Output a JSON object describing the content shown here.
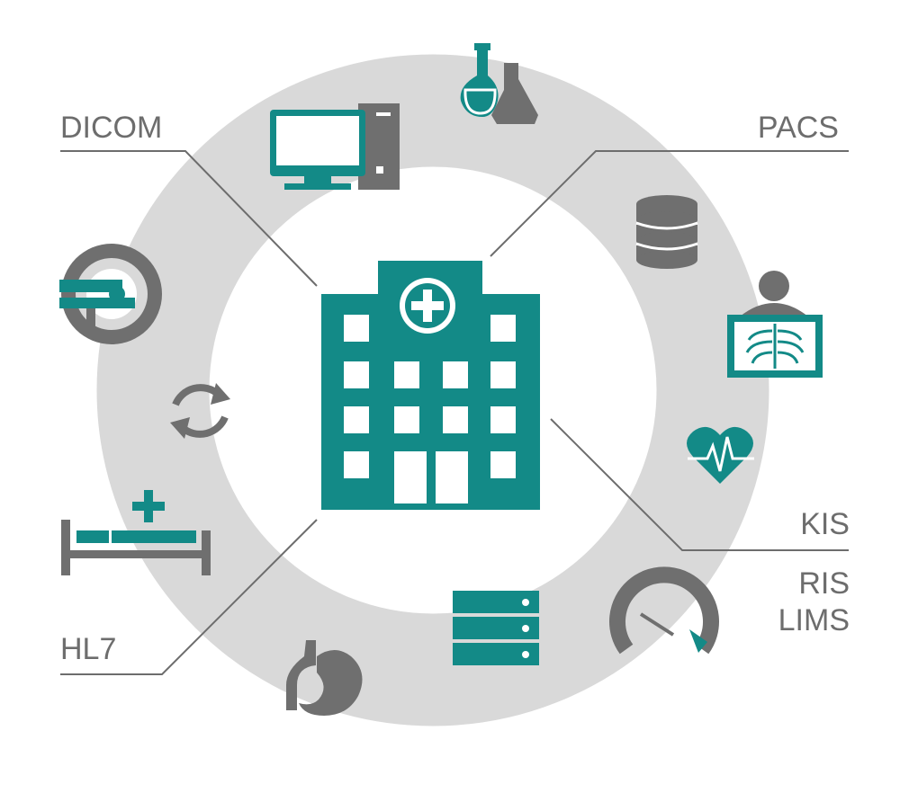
{
  "labels": {
    "dicom": "DICOM",
    "pacs": "PACS",
    "kis": "KIS",
    "ris": "RIS",
    "lims": "LIMS",
    "hl7": "HL7"
  },
  "colors": {
    "teal": "#138a87",
    "gray": "#6f6f6f",
    "ring": "#d9d9d9",
    "line": "#6d6d6d"
  },
  "icons": [
    "hospital-icon",
    "lab-flasks-icon",
    "desktop-computer-icon",
    "database-icon",
    "xray-patient-icon",
    "heart-pulse-icon",
    "gauge-icon",
    "server-rack-icon",
    "stomach-icon",
    "hospital-bed-icon",
    "refresh-arrows-icon",
    "mri-scanner-icon"
  ]
}
